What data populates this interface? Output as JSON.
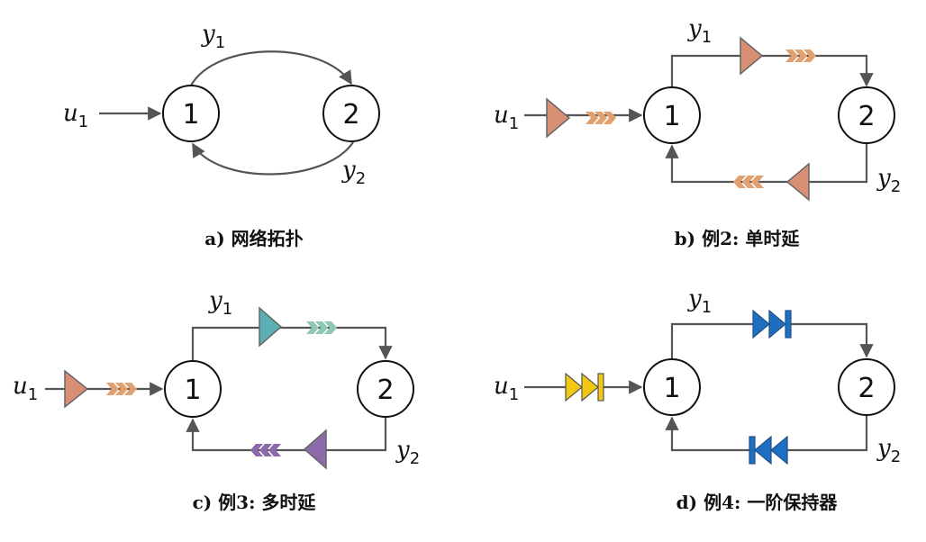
{
  "panels": {
    "a": {
      "caption": "a) 网络拓扑",
      "node1": "1",
      "node2": "2",
      "input": "u",
      "input_sub": "1",
      "out1": "y",
      "out1_sub": "1",
      "out2": "y",
      "out2_sub": "2"
    },
    "b": {
      "caption": "b) 例2: 单时延",
      "node1": "1",
      "node2": "2",
      "input": "u",
      "input_sub": "1",
      "out1": "y",
      "out1_sub": "1",
      "out2": "y",
      "out2_sub": "2"
    },
    "c": {
      "caption": "c) 例3: 多时延",
      "node1": "1",
      "node2": "2",
      "input": "u",
      "input_sub": "1",
      "out1": "y",
      "out1_sub": "1",
      "out2": "y",
      "out2_sub": "2"
    },
    "d": {
      "caption": "d) 例4: 一阶保持器",
      "node1": "1",
      "node2": "2",
      "input": "u",
      "input_sub": "1",
      "out1": "y",
      "out1_sub": "1",
      "out2": "y",
      "out2_sub": "2"
    }
  },
  "colors": {
    "delay_orange": "#d98f74",
    "chevron_orange": "#e0a070",
    "delay_teal": "#5bb0b5",
    "chevron_teal": "#8fc9b5",
    "delay_purple": "#8a6aaa",
    "chevron_purple": "#8a6aaa",
    "hold_yellow": "#f2c811",
    "hold_blue": "#1f6fc0"
  }
}
